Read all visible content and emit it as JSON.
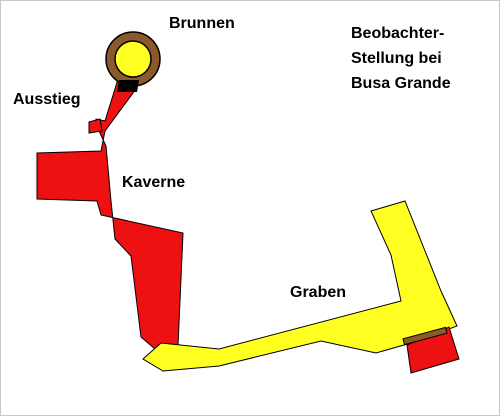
{
  "title_lines": [
    "Beobachter-",
    "Stellung bei",
    "Busa Grande"
  ],
  "labels": {
    "brunnen": "Brunnen",
    "ausstieg": "Ausstieg",
    "kaverne": "Kaverne",
    "graben": "Graben"
  },
  "colors": {
    "tunnel": "#ee1111",
    "trench": "#ffff22",
    "well_ring": "#8b5a2b",
    "well_inner": "#ffff22",
    "dark": "#000000",
    "beam": "#8b5a2b"
  }
}
